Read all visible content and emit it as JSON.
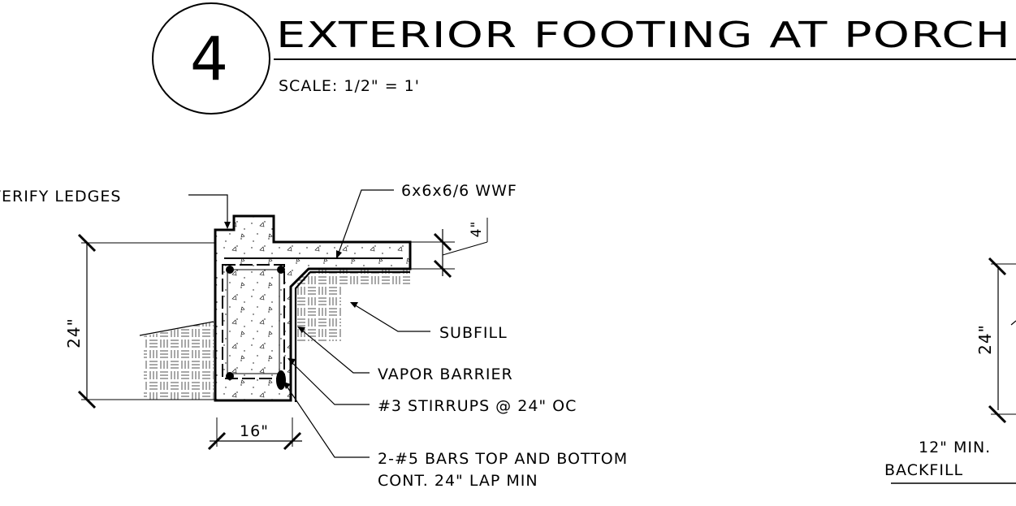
{
  "title": {
    "detail_number": "4",
    "heading": "EXTERIOR FOOTING AT PORCH",
    "scale": "SCALE: 1/2\" = 1'"
  },
  "callouts": {
    "verify_ledges": "VERIFY LEDGES",
    "wwf": "6x6x6/6 WWF",
    "subfill": "SUBFILL",
    "vapor_barrier": "VAPOR BARRIER",
    "stirrups": "#3 STIRRUPS @ 24\" OC",
    "bars_line1": "2-#5 BARS TOP AND BOTTOM",
    "bars_line2": "CONT. 24\" LAP MIN"
  },
  "dimensions": {
    "footing_depth": "24\"",
    "slab_thickness": "4\"",
    "footing_width": "16\"",
    "right_depth": "24\""
  },
  "right_partial": {
    "line1": "12\" MIN.",
    "line2": "BACKFILL"
  }
}
